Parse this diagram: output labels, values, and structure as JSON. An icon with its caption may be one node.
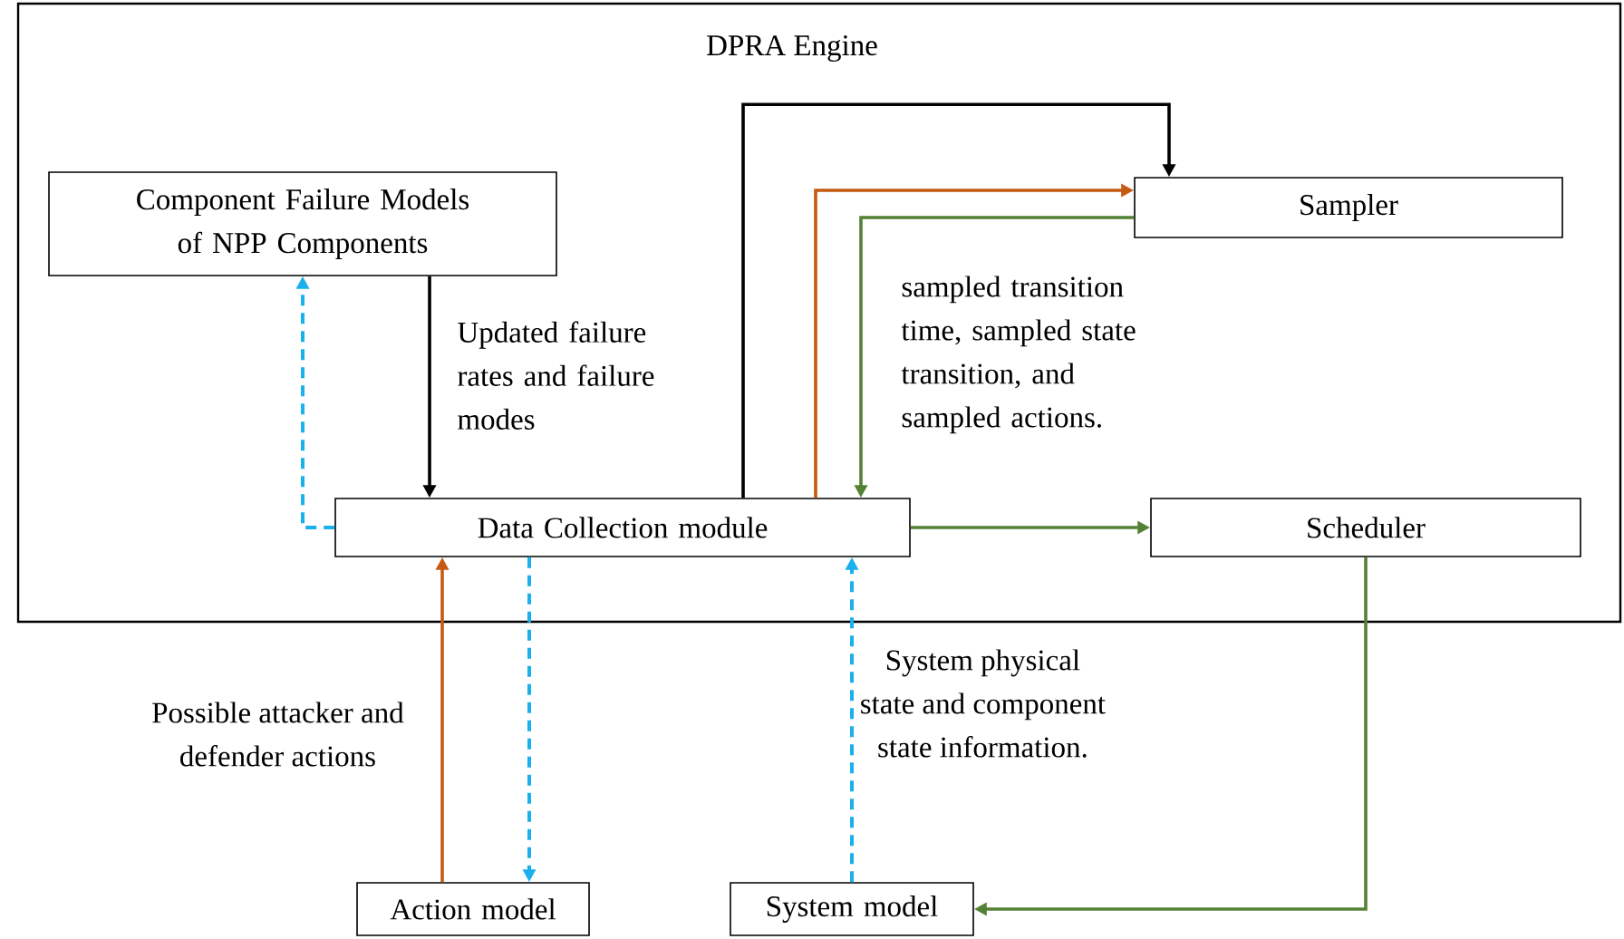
{
  "diagram": {
    "nodes": [
      {
        "text": [
          "DPRA Engine"
        ]
      },
      {
        "text": [
          "Component Failure Models of NPP Components"
        ],
        "in": 0
      },
      {
        "text": [
          "Data Collection module"
        ],
        "in": 0
      },
      {
        "text": [
          "Sampler"
        ],
        "in": 0
      },
      {
        "text": [
          "Scheduler"
        ],
        "in": 0
      },
      {
        "text": [
          "Action model"
        ]
      },
      {
        "text": [
          "System model"
        ]
      }
    ],
    "edges": [
      {
        "from": 1,
        "to": 2,
        "arrow": "to",
        "color": "#000000",
        "label": "Updated failure rates and failure modes"
      },
      {
        "from": 2,
        "to": 1,
        "arrow": "to",
        "style": "dashed",
        "color": "#1ab0ec"
      },
      {
        "from": 2,
        "to": 3,
        "arrow": "to",
        "color": "#000000"
      },
      {
        "from": 2,
        "to": 3,
        "arrow": "to",
        "color": "#c55a11"
      },
      {
        "from": 3,
        "to": 2,
        "arrow": "to",
        "color": "#548235",
        "label": "sampled transition time, sampled state transition, and sampled actions."
      },
      {
        "from": 2,
        "to": 4,
        "arrow": "to",
        "color": "#548235"
      },
      {
        "from": 4,
        "to": 6,
        "arrow": "to",
        "color": "#548235"
      },
      {
        "from": 6,
        "to": 2,
        "arrow": "to",
        "style": "dashed",
        "color": "#1ab0ec",
        "label": "System physical state and component state information."
      },
      {
        "from": 5,
        "to": 2,
        "arrow": "to",
        "color": "#c55a11",
        "label": "Possible attacker and defender actions"
      },
      {
        "from": 2,
        "to": 5,
        "arrow": "to",
        "style": "dashed",
        "color": "#1ab0ec"
      }
    ]
  }
}
